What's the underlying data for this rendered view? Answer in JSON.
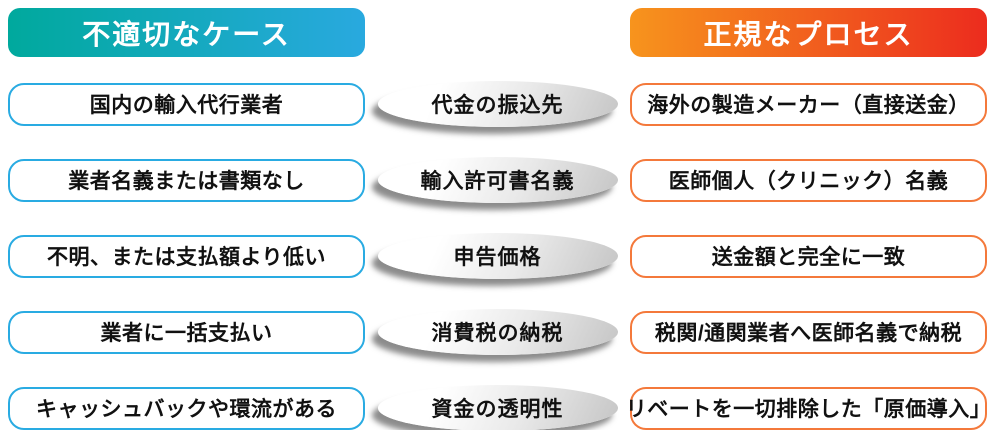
{
  "left_column": {
    "header": {
      "label": "不適切なケース"
    },
    "items": [
      "国内の輸入代行業者",
      "業者名義または書類なし",
      "不明、または支払額より低い",
      "業者に一括支払い",
      "キャッシュバックや環流がある"
    ]
  },
  "center_column": {
    "items": [
      "代金の振込先",
      "輸入許可書名義",
      "申告価格",
      "消費税の納税",
      "資金の透明性"
    ]
  },
  "right_column": {
    "header": {
      "label": "正規なプロセス"
    },
    "items": [
      "海外の製造メーカー（直接送金）",
      "医師個人（クリニック）名義",
      "送金額と完全に一致",
      "税関/通関業者へ医師名義で納税",
      "リベートを一切排除した「原価導入」"
    ]
  },
  "colors": {
    "left_header_gradient_start": "#00A99D",
    "left_header_gradient_end": "#29A9DF",
    "right_header_gradient_start": "#F7941D",
    "right_header_gradient_end": "#EC2C1E",
    "left_box_border": "#29ABE2",
    "right_box_border": "#F4793B",
    "oval_shadow": "#2D2D2D",
    "text": "#111111"
  }
}
